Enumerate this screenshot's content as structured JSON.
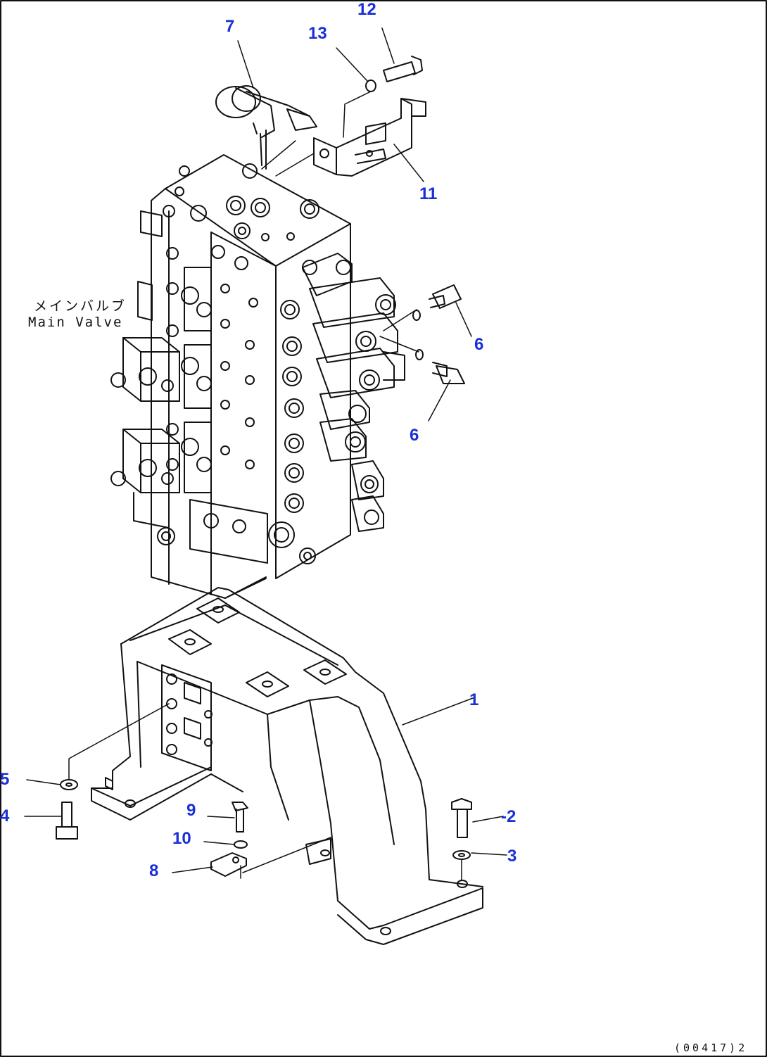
{
  "colors": {
    "line": "#111111",
    "callout": "#1a2fd6",
    "background": "#ffffff"
  },
  "labels": {
    "main_valve_jp": "メインバルブ",
    "main_valve_en": "Main Valve"
  },
  "callouts": {
    "c1": "1",
    "c2": "-2",
    "c3": "3",
    "c4": "4",
    "c5": "5",
    "c6a": "6",
    "c6b": "6",
    "c7": "7",
    "c8": "8",
    "c9": "9",
    "c10": "10",
    "c11": "11",
    "c12": "12",
    "c13": "13"
  },
  "drawing_code": "(00417)2"
}
